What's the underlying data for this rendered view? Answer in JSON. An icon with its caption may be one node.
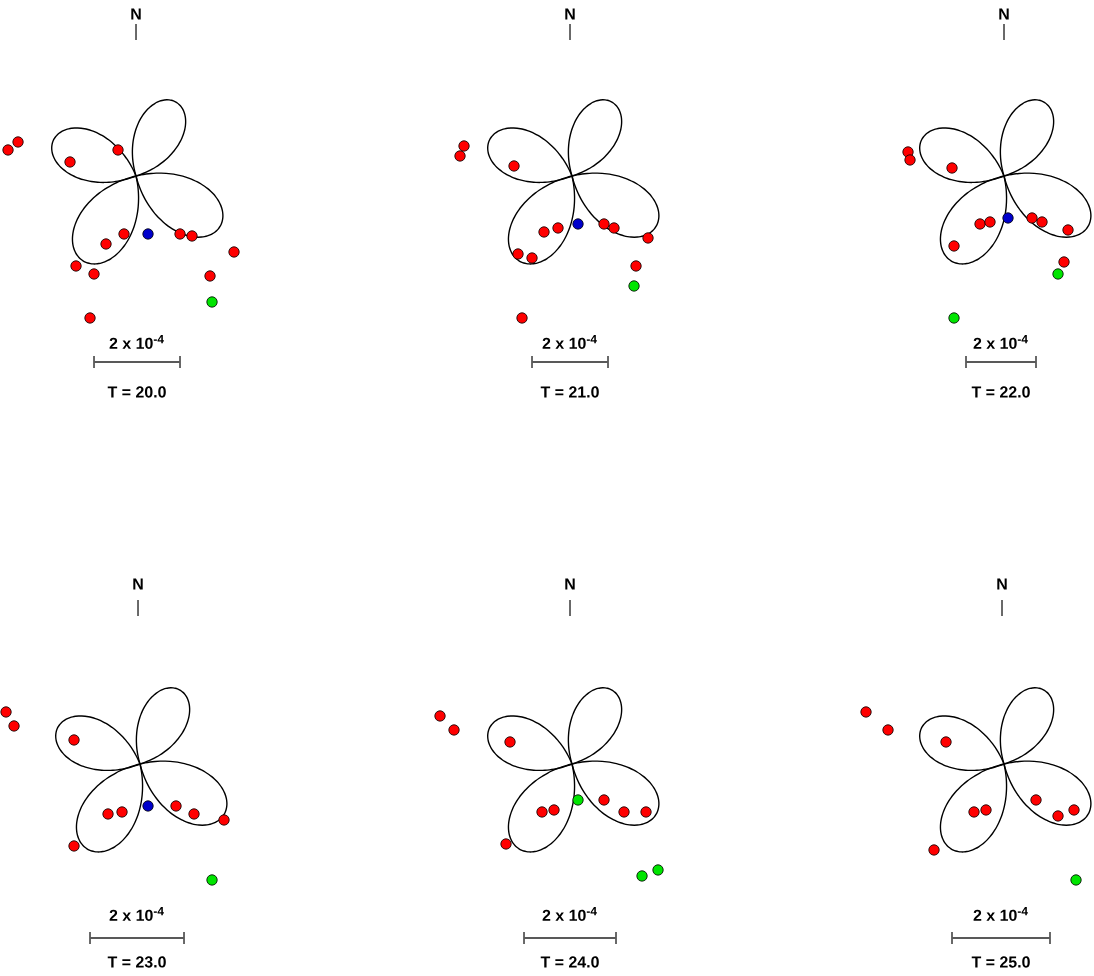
{
  "diagram": {
    "labels": [
      "N",
      "N",
      "N",
      "2 x 10$^{-4}$",
      "2 x 10$^{-4}$",
      "2 x 10$^{-4}$",
      "T = 20.0",
      "T = 21.0",
      "T = 22.0",
      "N",
      "N",
      "N",
      "2 x 10$^{-4}$",
      "2 x 10$^{-4}$",
      "2 x 10$^{-4}$",
      "T = 23.0",
      "T = 24.0",
      "T = 25.0"
    ]
  }
}
